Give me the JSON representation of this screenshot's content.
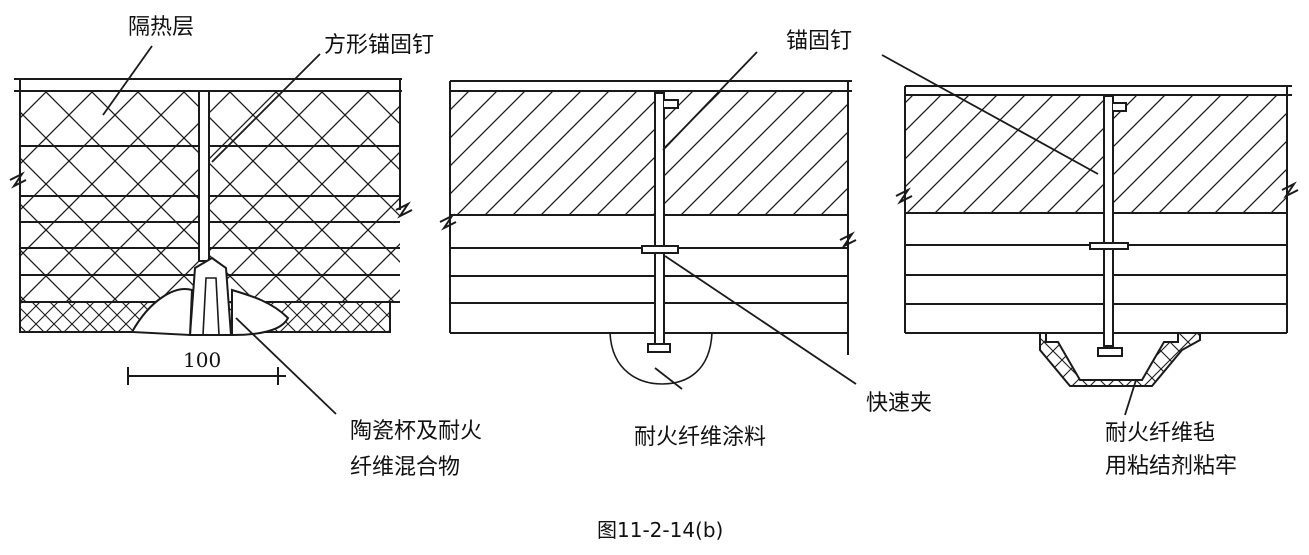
{
  "figure": {
    "caption": "图11-2-14(b)",
    "colors": {
      "ink": "#1a1a1a",
      "paper": "#ffffff"
    }
  },
  "labels": {
    "insulation": "隔热层",
    "square_anchor": "方形锚固钉",
    "anchor": "锚固钉",
    "quick_clip": "快速夹",
    "ceramic_line1": "陶瓷杯及耐火",
    "ceramic_line2": "纤维混合物",
    "fiber_coating": "耐火纤维涂料",
    "felt_line1": "耐火纤维毡",
    "felt_line2": "用粘结剂粘牢",
    "dimension": "100"
  }
}
